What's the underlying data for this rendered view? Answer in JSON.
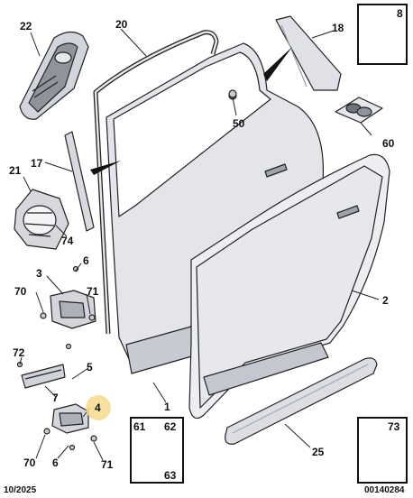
{
  "diagram": {
    "callouts": {
      "c22": "22",
      "c20": "20",
      "c18": "18",
      "c8": "8",
      "c50": "50",
      "c60": "60",
      "c17": "17",
      "c21": "21",
      "c74": "74",
      "c6a": "6",
      "c3": "3",
      "c70a": "70",
      "c71a": "71",
      "c2": "2",
      "c72": "72",
      "c5": "5",
      "c7": "7",
      "c4": "4",
      "c1": "1",
      "c61": "61",
      "c62": "62",
      "c63": "63",
      "c73": "73",
      "c25": "25",
      "c70b": "70",
      "c6b": "6",
      "c71b": "71"
    },
    "footer": {
      "date": "10/2025",
      "ref": "00140284"
    },
    "colors": {
      "line": "#222222",
      "part_fill": "#e6e7ec",
      "part_shade": "#c9ccd4",
      "highlight": "#f6d98f"
    }
  }
}
